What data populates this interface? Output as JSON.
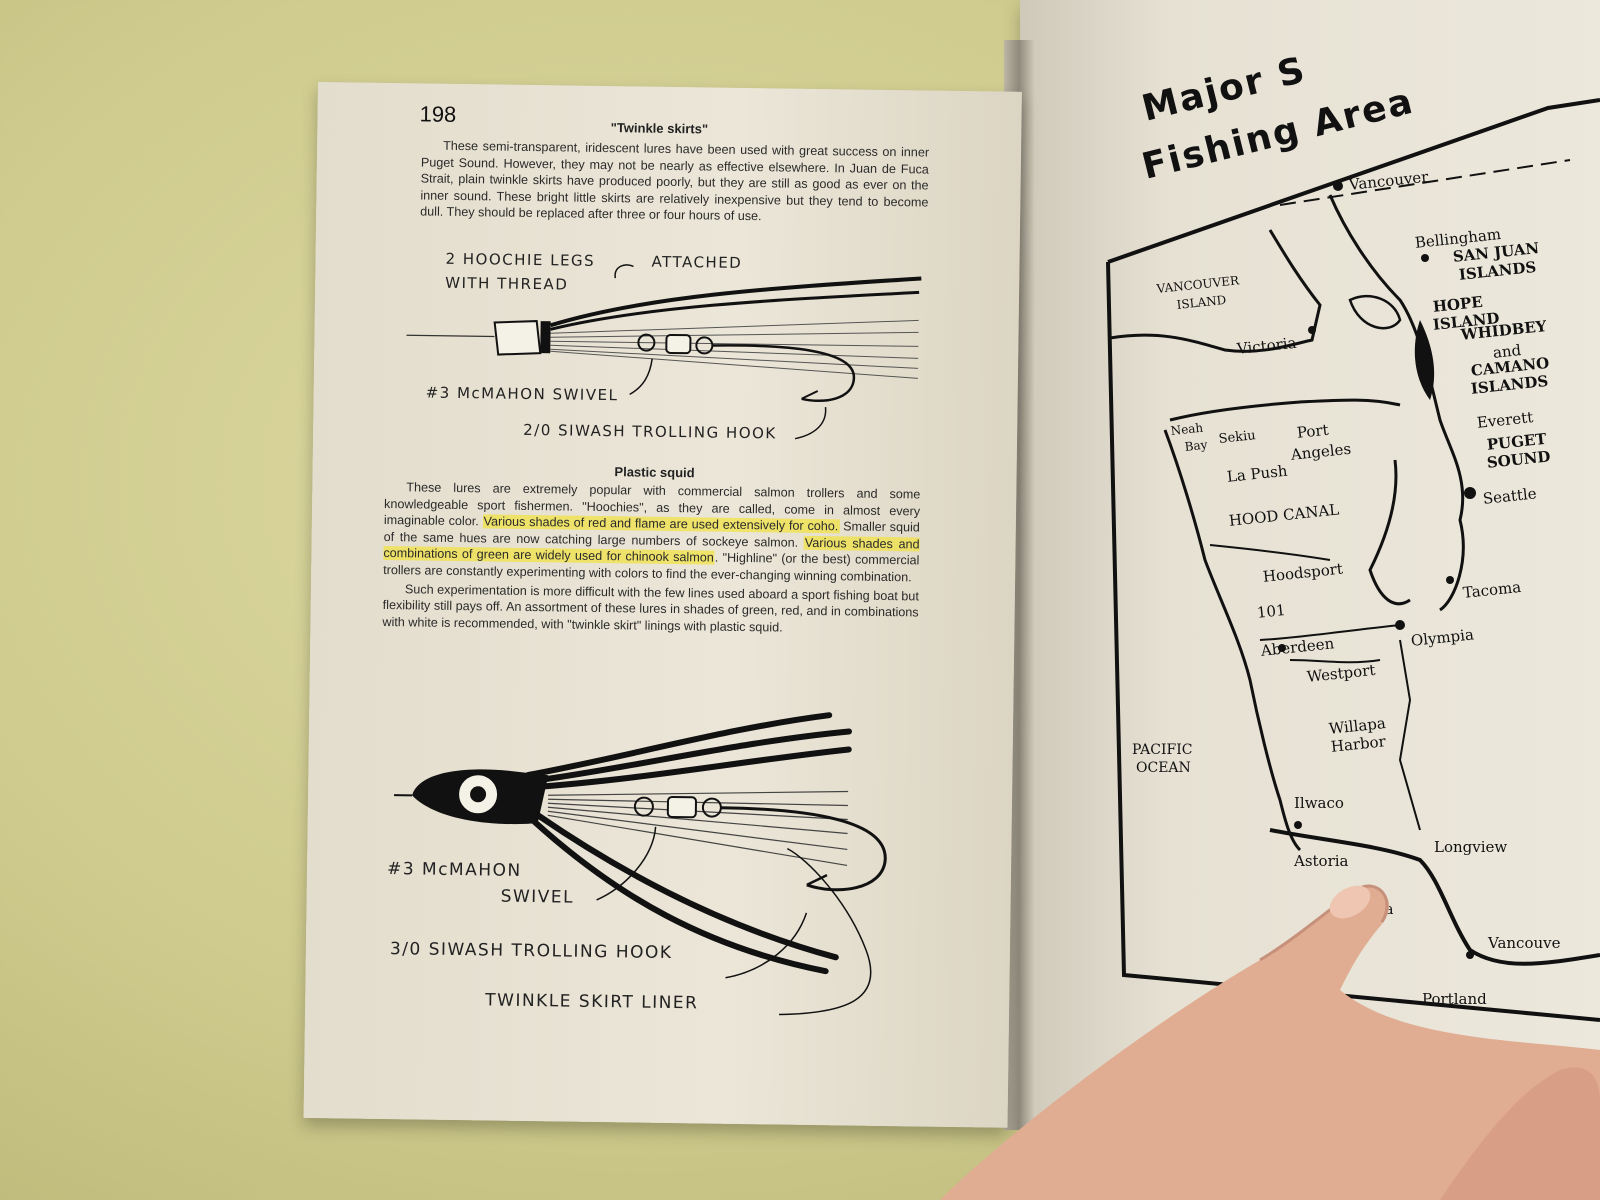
{
  "left_page": {
    "page_number": "198",
    "section1": {
      "heading": "\"Twinkle skirts\"",
      "body": "These semi-transparent, iridescent lures have been used with great success on inner Puget Sound. However, they may not be nearly as effective elsewhere. In Juan de Fuca Strait, plain twinkle skirts have produced poorly, but they are still as good as ever on the inner sound. These bright little skirts are relatively inexpensive but they tend to become dull. They should be replaced after three or four hours of use."
    },
    "diagram1": {
      "label_legs_1": "2 HOOCHIE  LEGS",
      "label_legs_attached": "ATTACHED",
      "label_legs_2": "WITH THREAD",
      "label_swivel": "#3 McMAHON SWIVEL",
      "label_hook": "2/0 SIWASH TROLLING HOOK"
    },
    "section2": {
      "heading": "Plastic squid",
      "para1_a": "These lures are extremely popular with commercial salmon trollers and some knowledgeable sport fishermen. \"Hoochies\", as they are called, come in almost every imaginable color. ",
      "para1_hl1": "Various shades of red and flame are used extensively for coho.",
      "para1_b": " Smaller squid of the same hues are now catching large numbers of sockeye salmon. ",
      "para1_hl2": "Various shades and combinations of green are widely used for chinook salmon",
      "para1_c": ". \"Highline\" (or the best) commercial trollers are constantly experimenting with colors to find the ever-changing winning combination.",
      "para2": "Such experimentation is more difficult with the few lines used aboard a sport fishing boat but flexibility still pays off. An assortment of these lures in shades of green, red, and in combinations with white is recommended, with \"twinkle skirt\" linings with plastic squid."
    },
    "diagram2": {
      "label_swivel_1": "#3 McMAHON",
      "label_swivel_2": "SWIVEL",
      "label_hook": "3/0 SIWASH TROLLING HOOK",
      "label_liner": "TWINKLE SKIRT LINER"
    }
  },
  "right_page": {
    "title_line1": "Major S",
    "title_line2": "Fishing Area",
    "map_labels": {
      "vancouver_top": "Vancouver",
      "bellingham": "Bellingham",
      "san_juan": "SAN JUAN",
      "islands1": "ISLANDS",
      "vancouver_island_1": "VANCOUVER",
      "vancouver_island_2": "ISLAND",
      "victoria": "Victoria",
      "hope": "HOPE",
      "island_hope": "ISLAND",
      "whidbey": "WHIDBEY",
      "and": "and",
      "camano": "CAMANO",
      "islands2": "ISLANDS",
      "neah": "Neah",
      "bay": "Bay",
      "sekiu": "Sekiu",
      "port": "Port",
      "angeles": "Angeles",
      "everett": "Everett",
      "puget": "PUGET",
      "sound": "SOUND",
      "la_push": "La Push",
      "seattle": "Seattle",
      "hood_canal": "HOOD CANAL",
      "hoodsport": "Hoodsport",
      "tacoma": "Tacoma",
      "route": "101",
      "aberdeen": "Aberdeen",
      "olympia": "Olympia",
      "westport": "Westport",
      "willapa": "Willapa",
      "harbor": "Harbor",
      "pacific": "PACIFIC",
      "ocean": "OCEAN",
      "ilwaco": "Ilwaco",
      "longview": "Longview",
      "astoria": "Astoria",
      "columbia": "mbia",
      "vancouver_bottom": "Vancouve",
      "portland": "Portland"
    }
  }
}
